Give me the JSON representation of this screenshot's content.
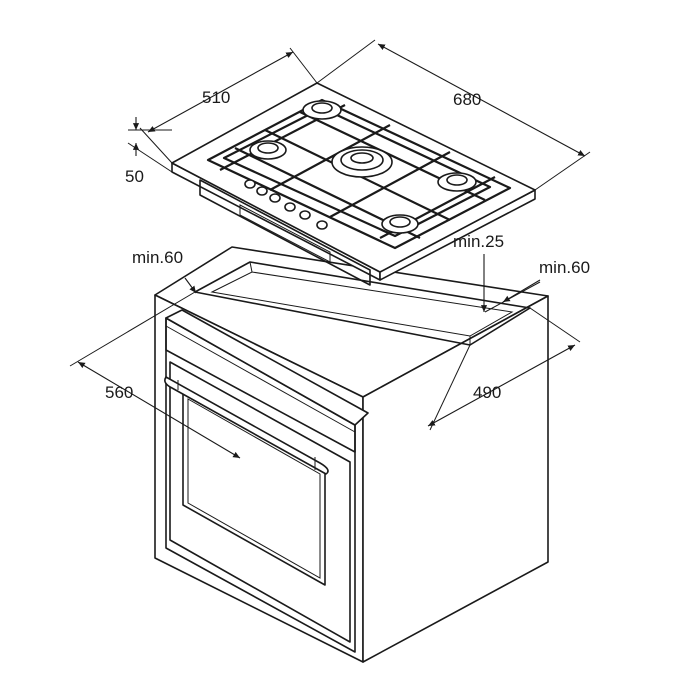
{
  "dimensions": {
    "hob_depth": "510",
    "hob_width": "680",
    "hob_height": "50",
    "min_left": "min.60",
    "min_back": "min.25",
    "min_right": "min.60",
    "cutout_width": "560",
    "cutout_depth": "490"
  }
}
